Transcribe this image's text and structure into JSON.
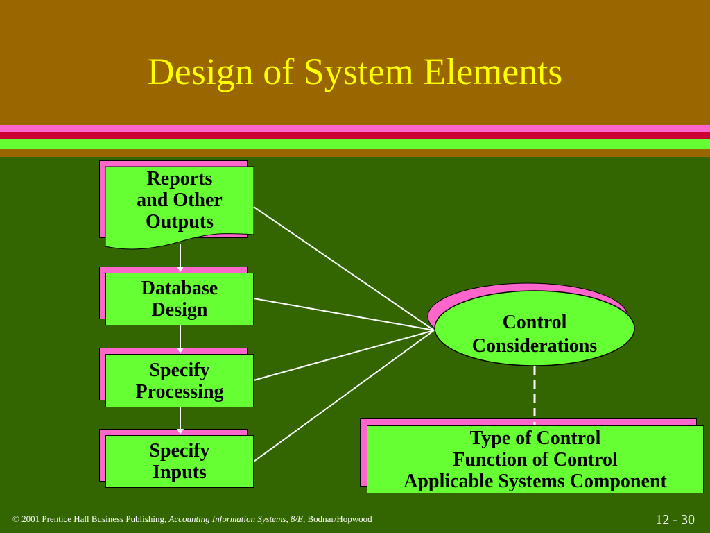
{
  "slide": {
    "title": "Design of System Elements",
    "colors": {
      "header": "#996600",
      "background": "#336600",
      "title": "#ffff00",
      "box_fill": "#66ff33",
      "box_shadow": "#ff66cc",
      "stripe_pink": "#ff66cc",
      "stripe_red": "#cc0033",
      "stripe_green": "#66ff33"
    }
  },
  "boxes": {
    "reports": {
      "lines": [
        "Reports",
        "and Other",
        "Outputs"
      ]
    },
    "database": {
      "lines": [
        "Database",
        "Design"
      ]
    },
    "processing": {
      "lines": [
        "Specify",
        "Processing"
      ]
    },
    "inputs": {
      "lines": [
        "Specify",
        "Inputs"
      ]
    },
    "control": {
      "lines": [
        "Control",
        "Considerations"
      ]
    },
    "control_types": {
      "lines": [
        "Type of Control",
        "Function of Control",
        "Applicable Systems Component"
      ]
    }
  },
  "footer": {
    "copyright": "© 2001 Prentice Hall Business Publishing, ",
    "book_title": "Accounting Information Systems, 8/E",
    "authors": ", Bodnar/Hopwood",
    "page": "12 - 30"
  }
}
